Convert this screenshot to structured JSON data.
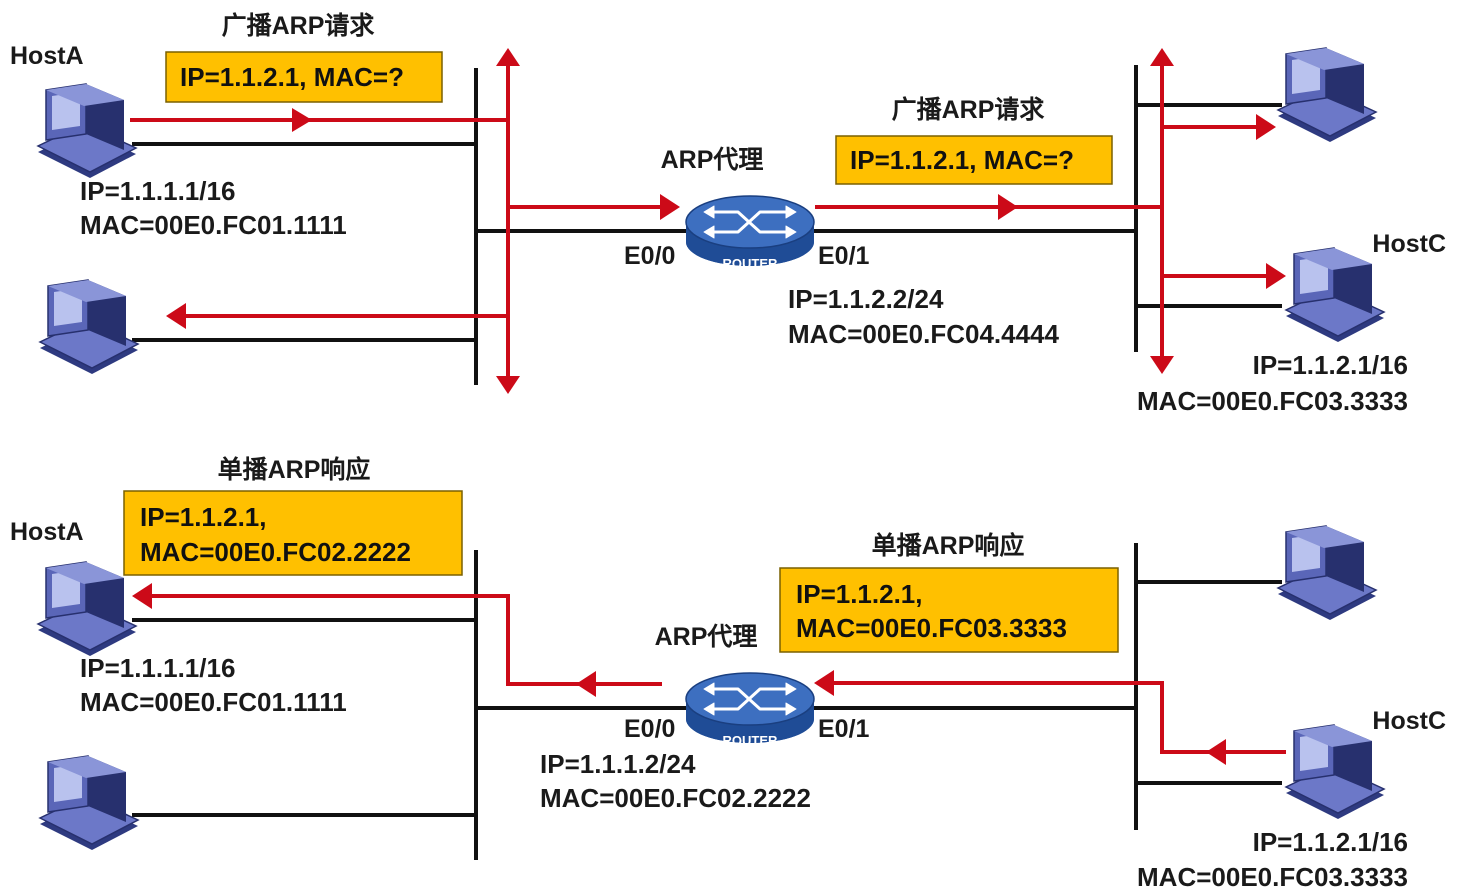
{
  "colors": {
    "arrow": "#cc0a18",
    "wire": "#111111",
    "callout_fill": "#ffc000",
    "callout_border": "#7a6000",
    "pc": "#5a66b8",
    "router": "#2f5fb0"
  },
  "top": {
    "broadcast_label_left": "广播ARP请求",
    "broadcast_label_right": "广播ARP请求",
    "request_box_left": "IP=1.1.2.1, MAC=?",
    "request_box_right": "IP=1.1.2.1, MAC=?",
    "hosta": {
      "name": "HostA",
      "ip": "IP=1.1.1.1/16",
      "mac": "MAC=00E0.FC01.1111"
    },
    "router": {
      "title": "ARP代理",
      "badge": "ROUTER",
      "port_left": "E0/0",
      "port_right": "E0/1",
      "ip": "IP=1.1.2.2/24",
      "mac": "MAC=00E0.FC04.4444"
    },
    "hostc": {
      "name": "HostC",
      "ip": "IP=1.1.2.1/16",
      "mac": "MAC=00E0.FC03.3333"
    }
  },
  "bottom": {
    "unicast_label_left": "单播ARP响应",
    "unicast_label_right": "单播ARP响应",
    "reply_box_left": {
      "line1": "IP=1.1.2.1,",
      "line2": "MAC=00E0.FC02.2222"
    },
    "reply_box_right": {
      "line1": "IP=1.1.2.1,",
      "line2": "MAC=00E0.FC03.3333"
    },
    "hosta": {
      "name": "HostA",
      "ip": "IP=1.1.1.1/16",
      "mac": "MAC=00E0.FC01.1111"
    },
    "router": {
      "title": "ARP代理",
      "badge": "ROUTER",
      "port_left": "E0/0",
      "port_right": "E0/1",
      "ip": "IP=1.1.1.2/24",
      "mac": "MAC=00E0.FC02.2222"
    },
    "hostc": {
      "name": "HostC",
      "ip": "IP=1.1.2.1/16",
      "mac": "MAC=00E0.FC03.3333"
    }
  }
}
